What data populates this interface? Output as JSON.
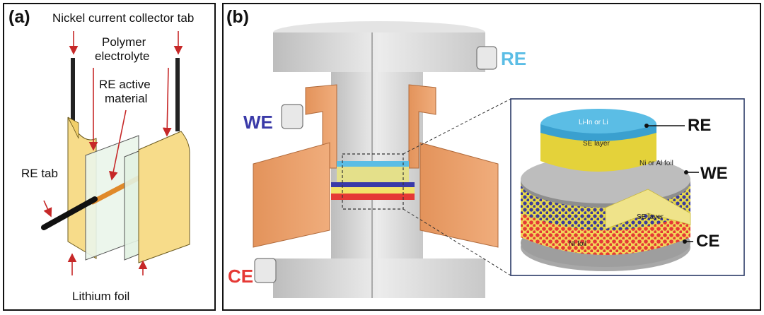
{
  "panel_a": {
    "label": "(a)",
    "labels": {
      "nickel_tab": "Nickel current collector tab",
      "polymer_line1": "Polymer",
      "polymer_line2": "electrolyte",
      "re_active_line1": "RE active",
      "re_active_line2": "material",
      "re_tab": "RE tab",
      "lithium_foil": "Lithium foil"
    }
  },
  "panel_b": {
    "label": "(b)",
    "electrodes": {
      "re": "RE",
      "we": "WE",
      "ce": "CE"
    },
    "inset": {
      "re_layer": "Li-In or Li",
      "se_layer_top": "SE layer",
      "ni_al_foil": "Ni or Al foil",
      "se_layer_mid": "SE layer",
      "ni_foil": "Ni foil",
      "callouts": {
        "re": "RE",
        "we": "WE",
        "ce": "CE"
      }
    }
  },
  "colors": {
    "re_blue": "#5bbde5",
    "we_blue": "#3a3aa8",
    "ce_red": "#e53935",
    "copper": "#e89a62",
    "foil_yellow": "#f7dc8a",
    "steel": "#d9d9d9",
    "se_yellow": "#e4d23a"
  }
}
